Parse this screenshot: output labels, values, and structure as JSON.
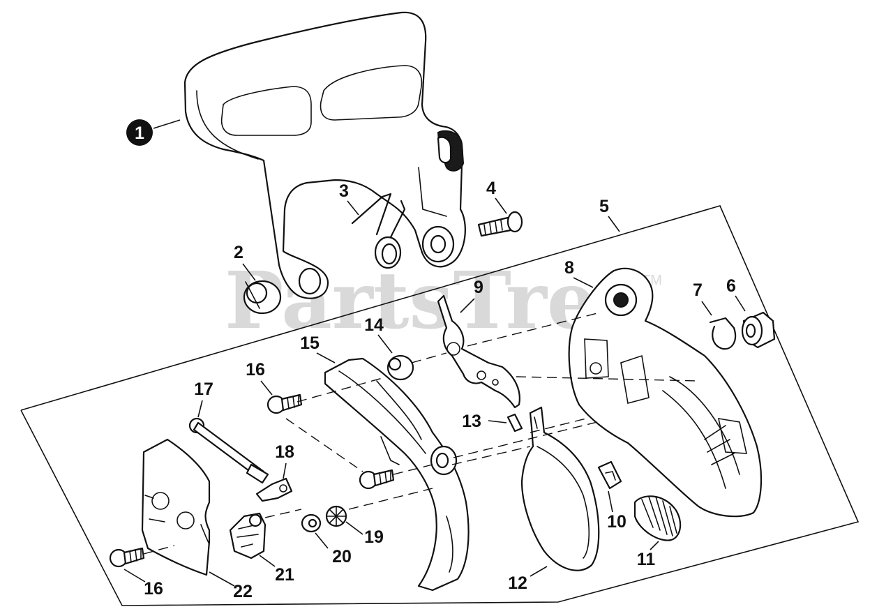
{
  "watermark": {
    "text": "PartsTree",
    "trademark": "TM"
  },
  "callouts": {
    "c1": "1",
    "c2": "2",
    "c3": "3",
    "c4": "4",
    "c5": "5",
    "c6": "6",
    "c7": "7",
    "c8": "8",
    "c9": "9",
    "c10": "10",
    "c11": "11",
    "c12": "12",
    "c13": "13",
    "c14": "14",
    "c15": "15",
    "c16a": "16",
    "c16b": "16",
    "c17": "17",
    "c18": "18",
    "c19": "19",
    "c20": "20",
    "c21": "21",
    "c22": "22"
  }
}
